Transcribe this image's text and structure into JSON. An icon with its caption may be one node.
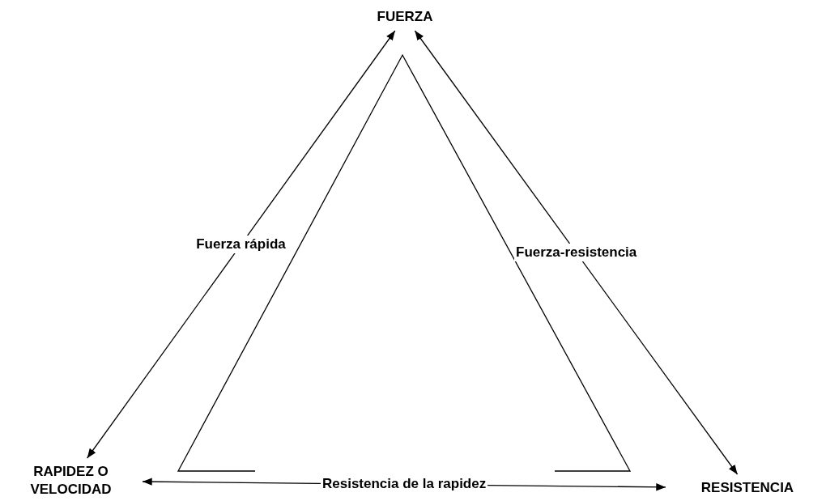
{
  "diagram": {
    "nodes": [
      {
        "text": [
          "FUERZA"
        ]
      },
      {
        "text": [
          "RAPIDEZ O VELOCIDAD"
        ]
      },
      {
        "text": [
          "RESISTENCIA"
        ]
      }
    ],
    "edges": [
      {
        "from": 0,
        "to": 1,
        "arrow": "both",
        "label": "Fuerza rápida"
      },
      {
        "from": 0,
        "to": 2,
        "arrow": "both",
        "label": "Fuerza-resistencia"
      },
      {
        "from": 1,
        "to": 2,
        "arrow": "both",
        "label": "Resistencia de la rapidez"
      }
    ]
  }
}
